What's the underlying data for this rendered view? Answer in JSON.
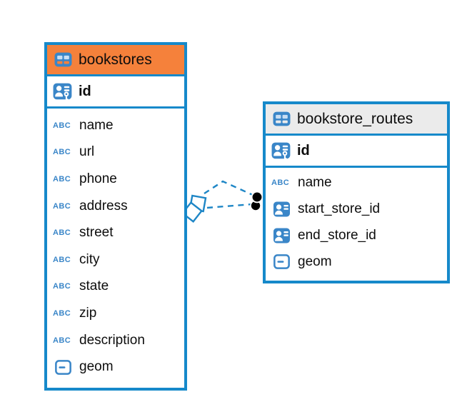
{
  "colors": {
    "table_border_blue": "#1689ca",
    "bookstores_header_bg": "#f5813b",
    "routes_header_bg": "#ebebeb",
    "icon_blue": "#3a86c8",
    "connector_blue": "#1e86c6",
    "endpoint_dot": "#000000",
    "text": "#0d0d0d",
    "canvas_bg": "#ffffff"
  },
  "icons": {
    "text_type_glyph": "ABC"
  },
  "tables": [
    {
      "name": "bookstores",
      "pk_label": "id",
      "columns": [
        {
          "label": "name",
          "type_icon": "text"
        },
        {
          "label": "url",
          "type_icon": "text"
        },
        {
          "label": "phone",
          "type_icon": "text"
        },
        {
          "label": "address",
          "type_icon": "text"
        },
        {
          "label": "street",
          "type_icon": "text"
        },
        {
          "label": "city",
          "type_icon": "text"
        },
        {
          "label": "state",
          "type_icon": "text"
        },
        {
          "label": "zip",
          "type_icon": "text"
        },
        {
          "label": "description",
          "type_icon": "text"
        },
        {
          "label": "geom",
          "type_icon": "geometry"
        }
      ]
    },
    {
      "name": "bookstore_routes",
      "pk_label": "id",
      "columns": [
        {
          "label": "name",
          "type_icon": "text"
        },
        {
          "label": "start_store_id",
          "type_icon": "reference"
        },
        {
          "label": "end_store_id",
          "type_icon": "reference"
        },
        {
          "label": "geom",
          "type_icon": "geometry"
        }
      ]
    }
  ],
  "relationship": {
    "style": "dashed",
    "line_count": 2,
    "from_table": "bookstores",
    "to_table": "bookstore_routes"
  }
}
